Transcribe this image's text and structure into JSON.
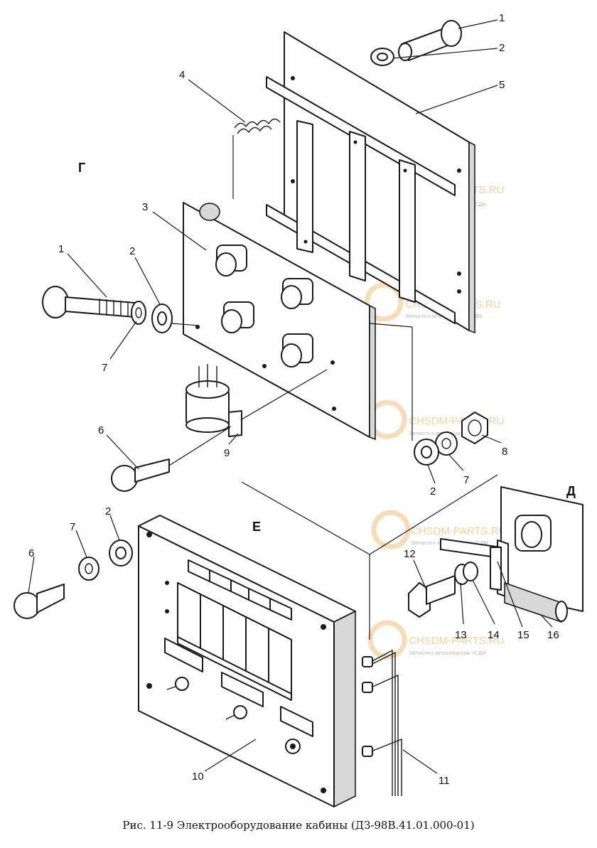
{
  "caption": "Рис. 11-9 Электрооборудование кабины (ДЗ-98В.41.01.000-01)",
  "view_letters": {
    "g": "Г",
    "d": "Д",
    "e": "Е"
  },
  "watermark": {
    "text": "CHSDM-PARTS.RU",
    "subtitle": "Запчасти к автогрейдерам ЧСДМ"
  },
  "callouts": {
    "c1_top": "1",
    "c2_top": "2",
    "c5": "5",
    "c4": "4",
    "c3": "3",
    "c1_left": "1",
    "c2_left": "2",
    "c7_left": "7",
    "c6_mid": "6",
    "c9": "9",
    "c8": "8",
    "c7_right": "7",
    "c2_right": "2",
    "c2_bottom": "2",
    "c7_bottom": "7",
    "c6_bottom": "6",
    "c12": "12",
    "c13": "13",
    "c14": "14",
    "c15": "15",
    "c16": "16",
    "c10": "10",
    "c11": "11"
  },
  "colors": {
    "line": "#1a1a1a",
    "watermark": "#f0c27a",
    "background": "#ffffff"
  }
}
